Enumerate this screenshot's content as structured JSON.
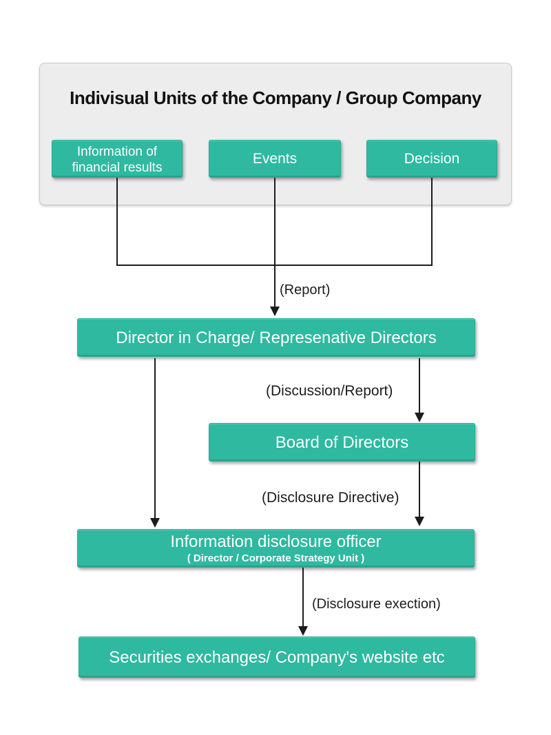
{
  "colors": {
    "accent_teal": "#2eb9a0",
    "panel_bg": "#ededee",
    "line_color": "#1c1c1c",
    "box_text": "#ffffff",
    "title_text": "#111111"
  },
  "panel": {
    "title": "Indivisual Units of the Company / Group Company",
    "boxes": [
      {
        "label": "Information of financial results"
      },
      {
        "label": "Events"
      },
      {
        "label": "Decision"
      }
    ]
  },
  "nodes": {
    "director": "Director in Charge/ Represenative Directors",
    "board": "Board of Directors",
    "officer_line1": "Information disclosure officer",
    "officer_line2": "( Director / Corporate Strategy Unit )",
    "output": "Securities exchanges/ Company's website etc"
  },
  "edge_labels": {
    "report": "(Report)",
    "discussion": "(Discussion/Report)",
    "directive": "(Disclosure Directive)",
    "execution": "(Disclosure exection)"
  },
  "flow_edges": [
    {
      "from": "Information of financial results",
      "to": "Director in Charge/ Represenative Directors",
      "label": "(Report)"
    },
    {
      "from": "Events",
      "to": "Director in Charge/ Represenative Directors",
      "label": "(Report)"
    },
    {
      "from": "Decision",
      "to": "Director in Charge/ Represenative Directors",
      "label": "(Report)"
    },
    {
      "from": "Director in Charge/ Represenative Directors",
      "to": "Board of Directors",
      "label": "(Discussion/Report)"
    },
    {
      "from": "Director in Charge/ Represenative Directors",
      "to": "Information disclosure officer",
      "label": ""
    },
    {
      "from": "Board of Directors",
      "to": "Information disclosure officer",
      "label": "(Disclosure Directive)"
    },
    {
      "from": "Information disclosure officer",
      "to": "Securities exchanges/ Company's website etc",
      "label": "(Disclosure exection)"
    }
  ]
}
